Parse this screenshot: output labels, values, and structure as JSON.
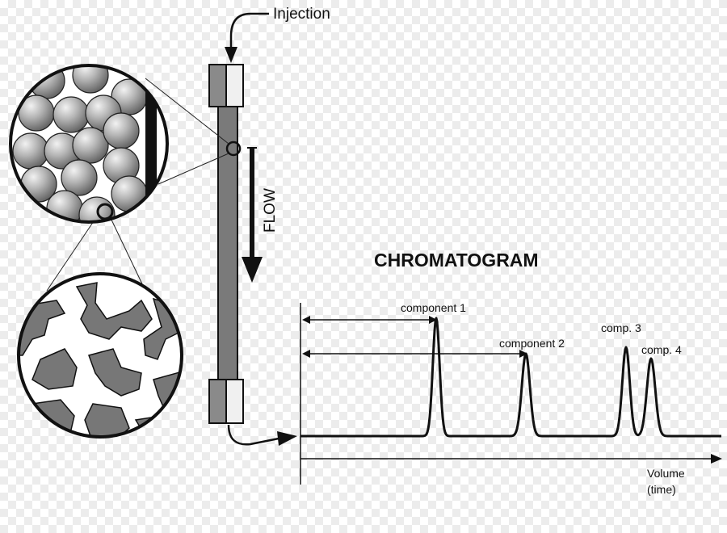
{
  "labels": {
    "injection": "Injection",
    "flow": "FLOW",
    "chromatogram_title": "CHROMATOGRAM",
    "component_1": "component 1",
    "component_2": "component 2",
    "comp_3": "comp. 3",
    "comp_4": "comp. 4",
    "volume": "Volume",
    "time": "(time)"
  },
  "colors": {
    "line": "#111111",
    "column_fill": "#7a7a7a",
    "bead_light": "#d8d8d8",
    "bead_dark": "#6c6c6c",
    "pore_gray": "#777777"
  }
}
